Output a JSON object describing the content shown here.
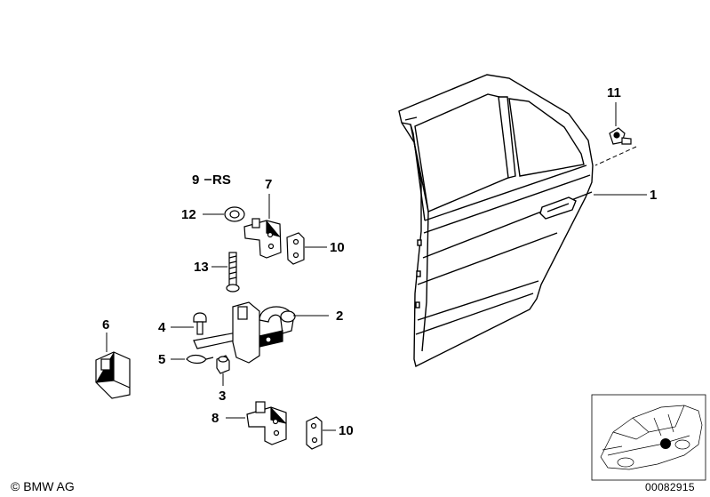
{
  "labels": {
    "p1": "1",
    "p2": "2",
    "p3": "3",
    "p4": "4",
    "p5": "5",
    "p6": "6",
    "p7": "7",
    "p8": "8",
    "p9": "9",
    "p9_suffix": "RS",
    "p10a": "10",
    "p10b": "10",
    "p11": "11",
    "p12": "12",
    "p13": "13"
  },
  "footer": {
    "copyright": "© BMW AG",
    "reference": "00082915"
  }
}
